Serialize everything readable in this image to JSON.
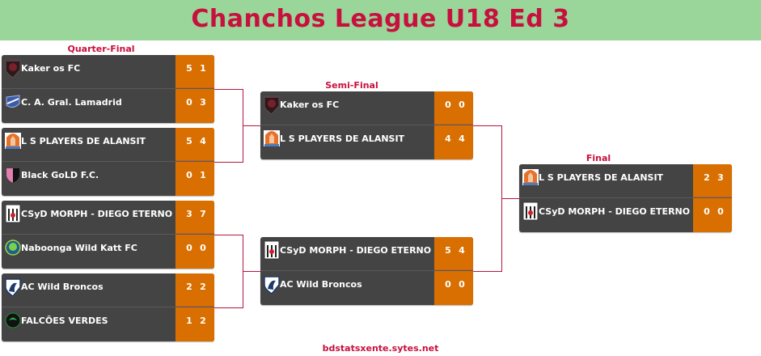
{
  "title": "Chanchos League U18 Ed 3",
  "footer": "bdstatsxente.sytes.net",
  "colors": {
    "banner": "#9ad59a",
    "title": "#c8103e",
    "match_bg": "#444444",
    "score_bg": "#d96f00",
    "connector": "#b5153f"
  },
  "rounds": {
    "quarter": {
      "label": "Quarter-Final",
      "matches": [
        {
          "home": {
            "name": "Kaker os FC",
            "logo": "kakeros-logo",
            "s1": "5",
            "s2": "1"
          },
          "away": {
            "name": "C. A. Gral. Lamadrid",
            "logo": "lamadrid-logo",
            "s1": "0",
            "s2": "3"
          }
        },
        {
          "home": {
            "name": "L  S PLAYERS DE ALANSIT",
            "logo": "alansit-logo",
            "s1": "5",
            "s2": "4"
          },
          "away": {
            "name": "Black GoLD F.C.",
            "logo": "blackgold-logo",
            "s1": "0",
            "s2": "1"
          }
        },
        {
          "home": {
            "name": "CSyD MORPH - DIEGO ETERNO",
            "logo": "morph-logo",
            "s1": "3",
            "s2": "7"
          },
          "away": {
            "name": "Naboonga Wild Katt FC",
            "logo": "naboonga-logo",
            "s1": "0",
            "s2": "0"
          }
        },
        {
          "home": {
            "name": "AC Wild Broncos",
            "logo": "broncos-logo",
            "s1": "2",
            "s2": "2"
          },
          "away": {
            "name": "FALCÕES VERDES",
            "logo": "falcoes-logo",
            "s1": "1",
            "s2": "2"
          }
        }
      ]
    },
    "semi": {
      "label": "Semi-Final",
      "matches": [
        {
          "home": {
            "name": "Kaker os FC",
            "logo": "kakeros-logo",
            "s1": "0",
            "s2": "0"
          },
          "away": {
            "name": "L  S PLAYERS DE ALANSIT",
            "logo": "alansit-logo",
            "s1": "4",
            "s2": "4"
          }
        },
        {
          "home": {
            "name": "CSyD MORPH - DIEGO ETERNO",
            "logo": "morph-logo",
            "s1": "5",
            "s2": "4"
          },
          "away": {
            "name": "AC Wild Broncos",
            "logo": "broncos-logo",
            "s1": "0",
            "s2": "0"
          }
        }
      ]
    },
    "final": {
      "label": "Final",
      "matches": [
        {
          "home": {
            "name": "L  S PLAYERS DE ALANSIT",
            "logo": "alansit-logo",
            "s1": "2",
            "s2": "3"
          },
          "away": {
            "name": "CSyD MORPH - DIEGO ETERNO",
            "logo": "morph-logo",
            "s1": "0",
            "s2": "0"
          }
        }
      ]
    }
  }
}
